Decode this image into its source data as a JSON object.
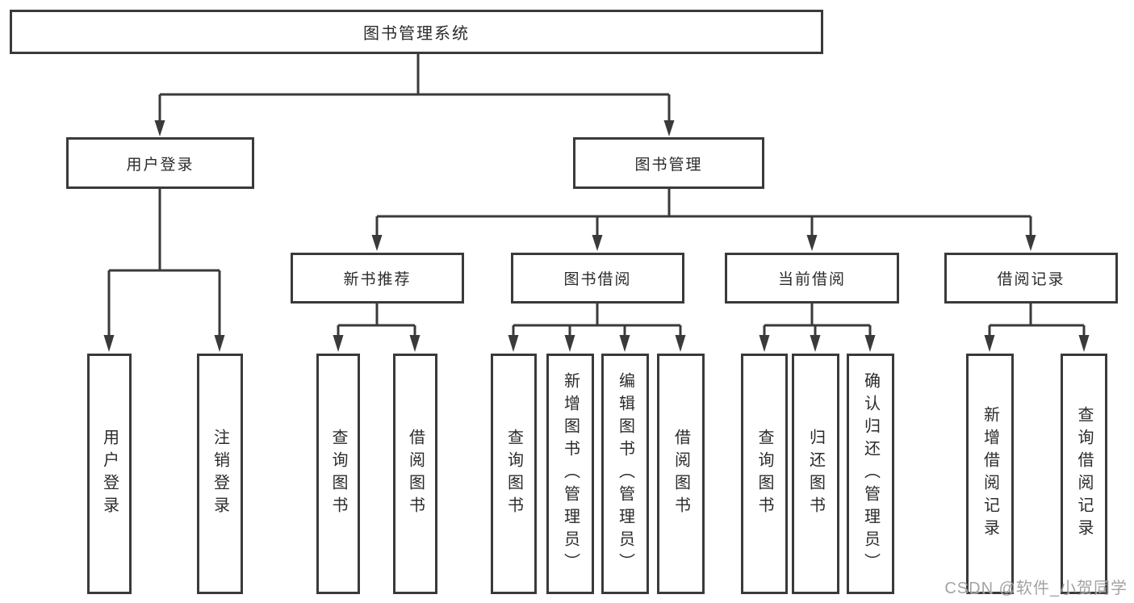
{
  "diagram": {
    "type": "tree",
    "root": {
      "label": "图书管理系统",
      "children": [
        {
          "label": "用户登录",
          "children": [
            {
              "label": "用户登录"
            },
            {
              "label": "注销登录"
            }
          ]
        },
        {
          "label": "图书管理",
          "children": [
            {
              "label": "新书推荐",
              "children": [
                {
                  "label": "查询图书"
                },
                {
                  "label": "借阅图书"
                }
              ]
            },
            {
              "label": "图书借阅",
              "children": [
                {
                  "label": "查询图书"
                },
                {
                  "label": "新增图书（管理员）"
                },
                {
                  "label": "编辑图书（管理员）"
                },
                {
                  "label": "借阅图书"
                }
              ]
            },
            {
              "label": "当前借阅",
              "children": [
                {
                  "label": "查询图书"
                },
                {
                  "label": "归还图书"
                },
                {
                  "label": "确认归还（管理员）"
                }
              ]
            },
            {
              "label": "借阅记录",
              "children": [
                {
                  "label": "新增借阅记录"
                },
                {
                  "label": "查询借阅记录"
                }
              ]
            }
          ]
        }
      ]
    }
  },
  "watermark": {
    "text": "CSDN @软件_小贺同学"
  },
  "colors": {
    "line": "#3a3a3a",
    "box_border": "#3a3a3a",
    "text": "#2b2b2b",
    "watermark": "#969696",
    "background": "#ffffff"
  }
}
